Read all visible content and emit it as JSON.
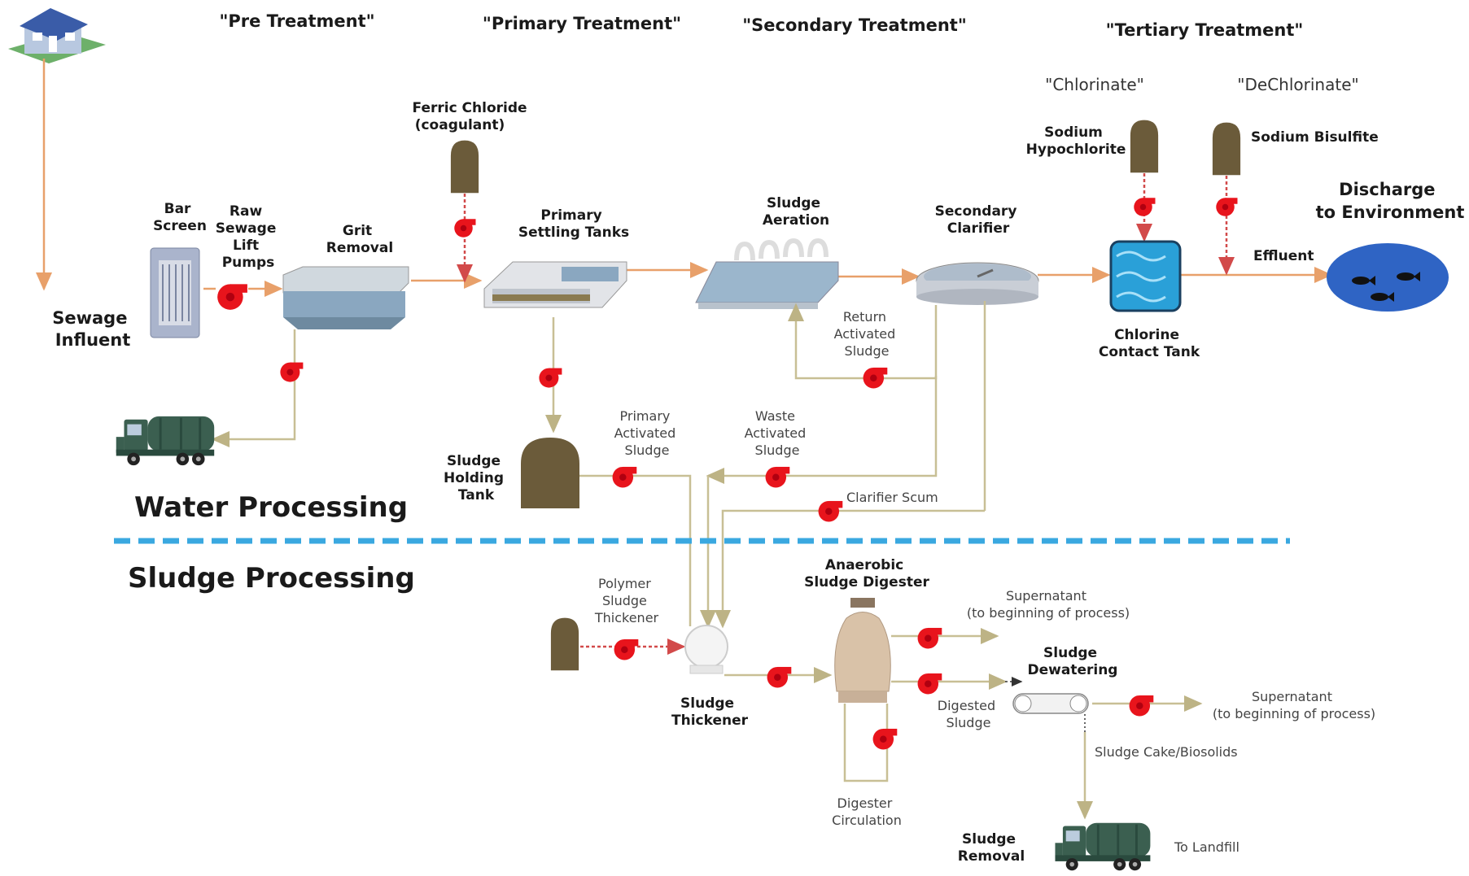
{
  "stages": {
    "pre": "\"Pre Treatment\"",
    "primary": "\"Primary Treatment\"",
    "secondary": "\"Secondary Treatment\"",
    "tertiary": "\"Tertiary Treatment\""
  },
  "chem_steps": {
    "chlorinate": "\"Chlorinate\"",
    "dechlorinate": "\"DeChlorinate\""
  },
  "sections": {
    "water": "Water Processing",
    "sludge": "Sludge Processing"
  },
  "labels": {
    "sewage_influent": [
      "Sewage",
      "Influent"
    ],
    "bar_screen": [
      "Bar",
      "Screen"
    ],
    "raw_pumps": [
      "Raw",
      "Sewage",
      "Lift",
      "Pumps"
    ],
    "grit_removal": [
      "Grit",
      "Removal"
    ],
    "ferric": [
      "Ferric Chloride",
      "(coagulant)"
    ],
    "primary_tanks": [
      "Primary",
      "Settling Tanks"
    ],
    "sludge_aeration": [
      "Sludge",
      "Aeration"
    ],
    "secondary_clarifier": [
      "Secondary",
      "Clarifier"
    ],
    "sodium_hypo": [
      "Sodium",
      "Hypochlorite"
    ],
    "sodium_bisulfite": "Sodium Bisulfite",
    "discharge": [
      "Discharge",
      "to Environment"
    ],
    "effluent": "Effluent",
    "chlorine_tank": [
      "Chlorine",
      "Contact Tank"
    ],
    "return_sludge": [
      "Return",
      "Activated",
      "Sludge"
    ],
    "holding_tank": [
      "Sludge",
      "Holding",
      "Tank"
    ],
    "primary_activated": [
      "Primary",
      "Activated",
      "Sludge"
    ],
    "waste_activated": [
      "Waste",
      "Activated",
      "Sludge"
    ],
    "clarifier_scum": "Clarifier Scum",
    "polymer": [
      "Polymer",
      "Sludge",
      "Thickener"
    ],
    "thickener": [
      "Sludge",
      "Thickener"
    ],
    "digester": [
      "Anaerobic",
      "Sludge Digester"
    ],
    "supernatant1": [
      "Supernatant",
      "(to beginning of process)"
    ],
    "dewatering": [
      "Sludge",
      "Dewatering"
    ],
    "digested": [
      "Digested",
      "Sludge"
    ],
    "supernatant2": [
      "Supernatant",
      "(to beginning of process)"
    ],
    "cake": "Sludge Cake/Biosolids",
    "circulation": [
      "Digester",
      "Circulation"
    ],
    "removal": [
      "Sludge",
      "Removal"
    ],
    "landfill": "To Landfill"
  },
  "colors": {
    "water_flow": "#e8a06a",
    "sludge_flow": "#c8bf95",
    "chemical_flow": "#d24a4a",
    "pump": "#e8141c",
    "tank_brown": "#6b5b3a",
    "divider": "#3aa8e0",
    "environment": "#2f64c4"
  }
}
